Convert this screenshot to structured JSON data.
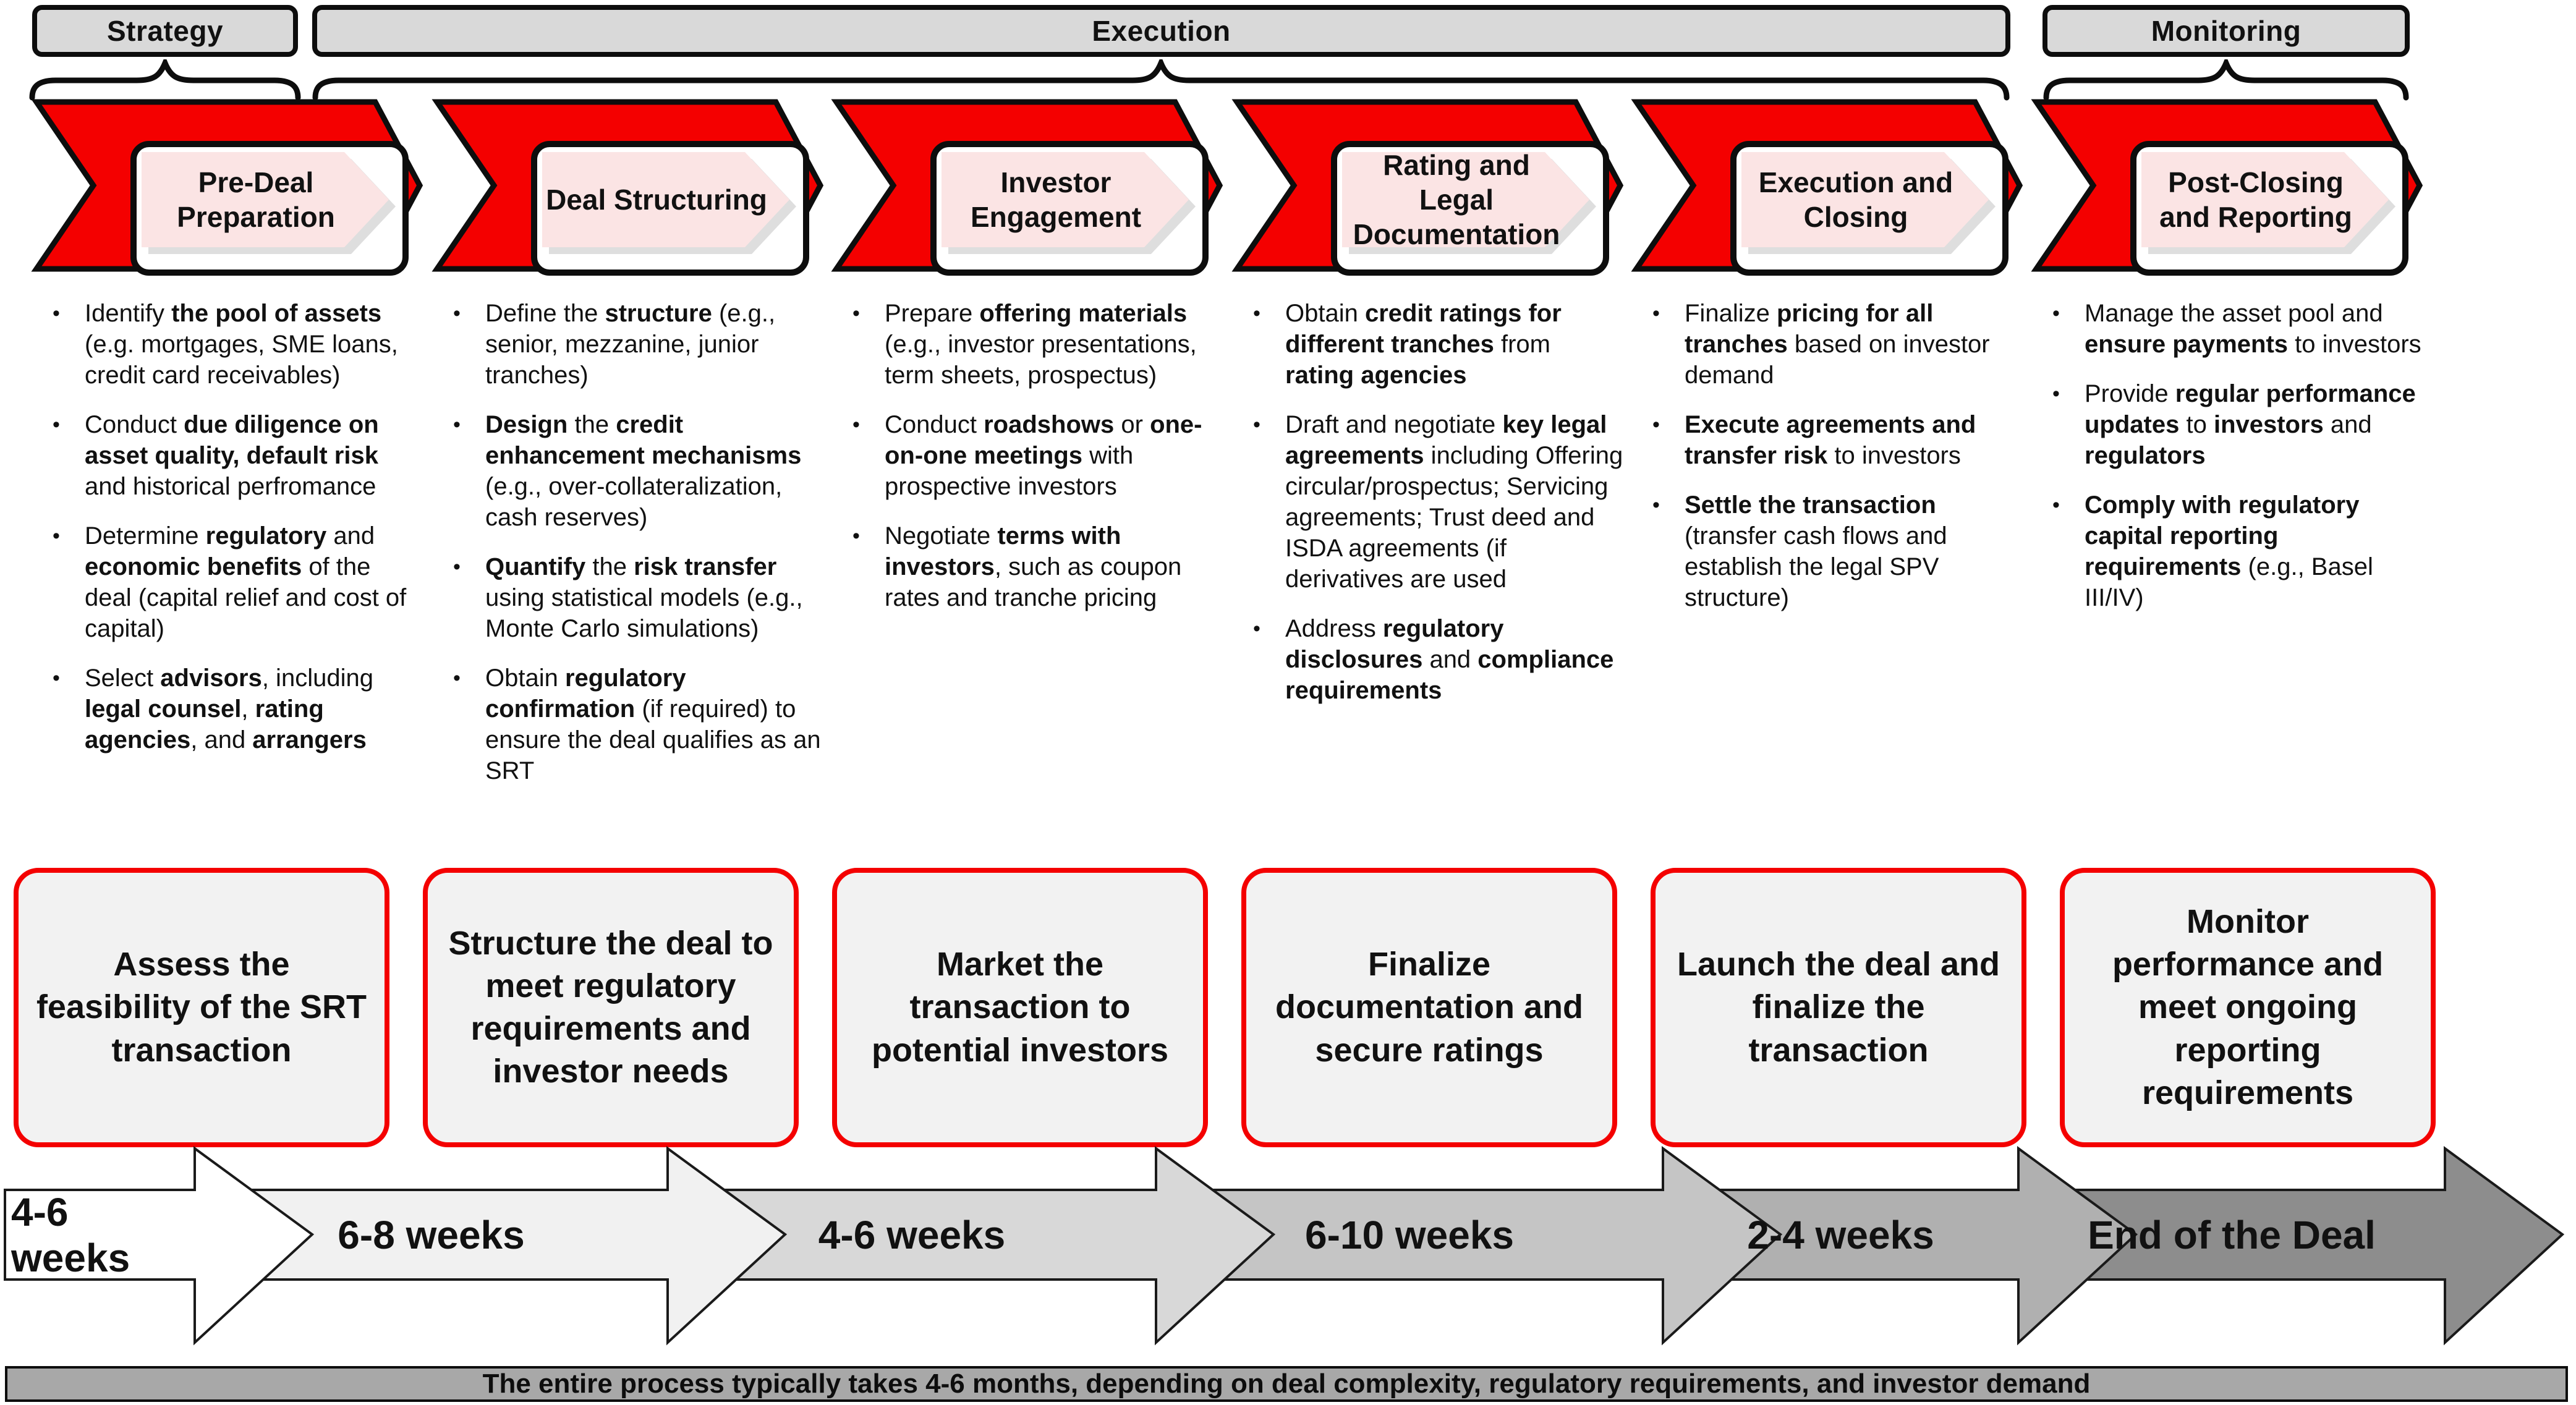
{
  "phases": [
    {
      "label": "Strategy",
      "stages": [
        1
      ]
    },
    {
      "label": "Execution",
      "stages": [
        2,
        3,
        4,
        5
      ]
    },
    {
      "label": "Monitoring",
      "stages": [
        6
      ]
    }
  ],
  "stages": [
    {
      "title": "Pre-Deal Preparation",
      "duration": "4-6 weeks",
      "summary": "Assess the feasibility of the SRT transaction",
      "bullets": [
        "Identify **the pool of assets** (e.g. mortgages, SME loans, credit card receivables)",
        "Conduct **due diligence on asset quality, default risk** and historical perfromance",
        "Determine **regulatory** and **economic benefits** of the deal (capital relief and cost of capital)",
        "Select **advisors**, including **legal counsel**, **rating agencies**, and **arrangers**"
      ]
    },
    {
      "title": "Deal Structuring",
      "duration": "6-8 weeks",
      "summary": "Structure the deal to meet regulatory requirements and investor needs",
      "bullets": [
        "Define the **structure** (e.g., senior, mezzanine, junior tranches)",
        "**Design** the **credit enhancement mechanisms** (e.g., over-collateralization, cash reserves)",
        "**Quantify** the **risk transfer** using statistical models (e.g., Monte Carlo simulations)",
        "Obtain **regulatory confirmation** (if required) to ensure the deal qualifies as an SRT"
      ]
    },
    {
      "title": "Investor Engagement",
      "duration": "4-6 weeks",
      "summary": "Market the transaction to potential investors",
      "bullets": [
        "Prepare **offering materials** (e.g., investor presentations, term sheets, prospectus)",
        "Conduct **roadshows** or **one-on-one meetings** with prospective investors",
        "Negotiate **terms with investors**, such as coupon rates and tranche pricing"
      ]
    },
    {
      "title": "Rating and Legal Documentation",
      "duration": "6-10 weeks",
      "summary": "Finalize documentation and secure ratings",
      "bullets": [
        "Obtain **credit ratings for different tranches** from **rating agencies**",
        "Draft and negotiate **key legal agreements** including Offering circular/prospectus; Servicing agreements; Trust deed and ISDA agreements (if derivatives are used",
        "Address **regulatory disclosures** and **compliance requirements**"
      ]
    },
    {
      "title": "Execution and Closing",
      "duration": "2-4 weeks",
      "summary": "Launch the deal and finalize the transaction",
      "bullets": [
        "Finalize **pricing for all tranches** based on investor demand",
        "**Execute agreements and transfer risk** to investors",
        "**Settle the transaction** (transfer cash flows and establish the legal SPV structure)"
      ]
    },
    {
      "title": "Post-Closing and Reporting",
      "duration": "End of the Deal",
      "summary": "Monitor performance and meet ongoing reporting requirements",
      "bullets": [
        "Manage the asset pool and **ensure payments** to investors",
        "Provide **regular performance updates** to **investors** and **regulators**",
        "**Comply with regulatory capital reporting requirements** (e.g., Basel III/IV)"
      ]
    }
  ],
  "footer": {
    "note": "The entire process typically takes 4-6 months, depending on deal complexity, regulatory requirements, and investor demand"
  },
  "colors": {
    "accent_red": "#f40000",
    "stage_pink": "#fbe4e4",
    "phase_gray": "#d9d9d9",
    "summary_fill": "#f2f2f2",
    "timeline_fills": [
      "#ffffff",
      "#f1f1f1",
      "#d8d8d8",
      "#c5c5c5",
      "#b0b0b0",
      "#8d8d8d"
    ],
    "footer_bar": "#a8a8a8"
  }
}
